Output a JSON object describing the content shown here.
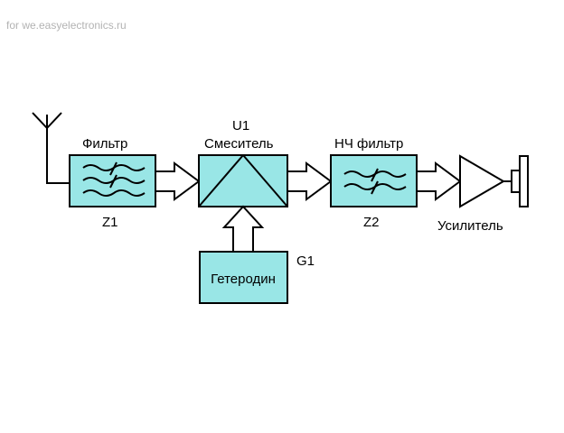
{
  "watermark": "for we.easyelectronics.ru",
  "colors": {
    "block_fill": "#99e6e6",
    "stroke": "#000000",
    "watermark": "#b3b3b3",
    "text": "#000000"
  },
  "blocks": {
    "filter": {
      "title": "Фильтр",
      "ref": "Z1"
    },
    "mixer": {
      "ref": "U1",
      "title": "Смеситель"
    },
    "lpf": {
      "title": "НЧ фильтр",
      "ref": "Z2"
    },
    "oscillator": {
      "label": "Гетеродин",
      "ref": "G1"
    },
    "amplifier": {
      "label": "Усилитель"
    }
  },
  "icons": {
    "antenna": "antenna-icon",
    "speaker": "speaker-icon",
    "filter_symbol": "wave-filter-icon"
  }
}
